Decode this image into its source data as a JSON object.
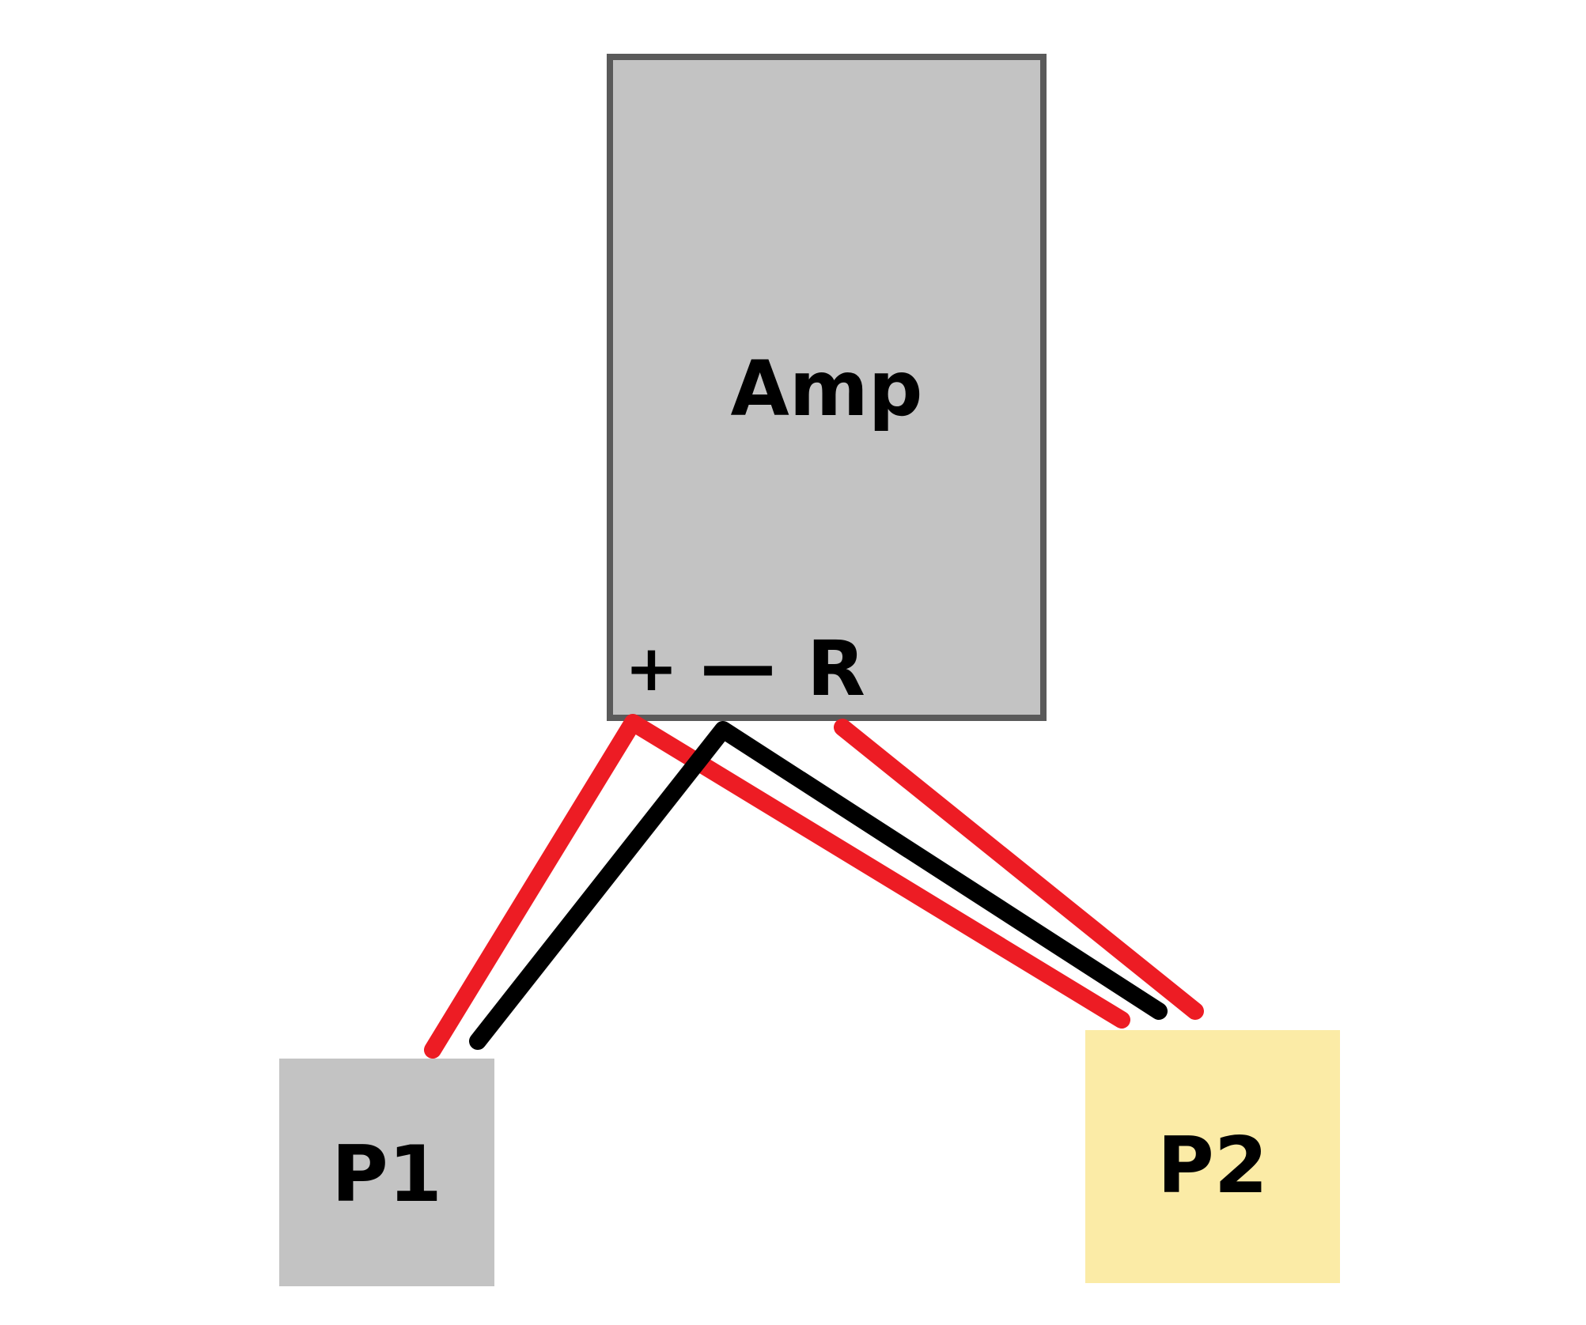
{
  "amp": {
    "label": "Amp",
    "terminals": {
      "plus": "+",
      "minus": "—",
      "right": "R"
    }
  },
  "speakers": [
    {
      "label": "P1"
    },
    {
      "label": "P2"
    }
  ],
  "colors": {
    "positive_wire": "#ed1c24",
    "negative_wire": "#000000",
    "amp_fill": "#c3c3c3",
    "amp_border": "#5a5a5a",
    "p1_fill": "#c3c3c3",
    "p2_fill": "#fbeba6"
  }
}
